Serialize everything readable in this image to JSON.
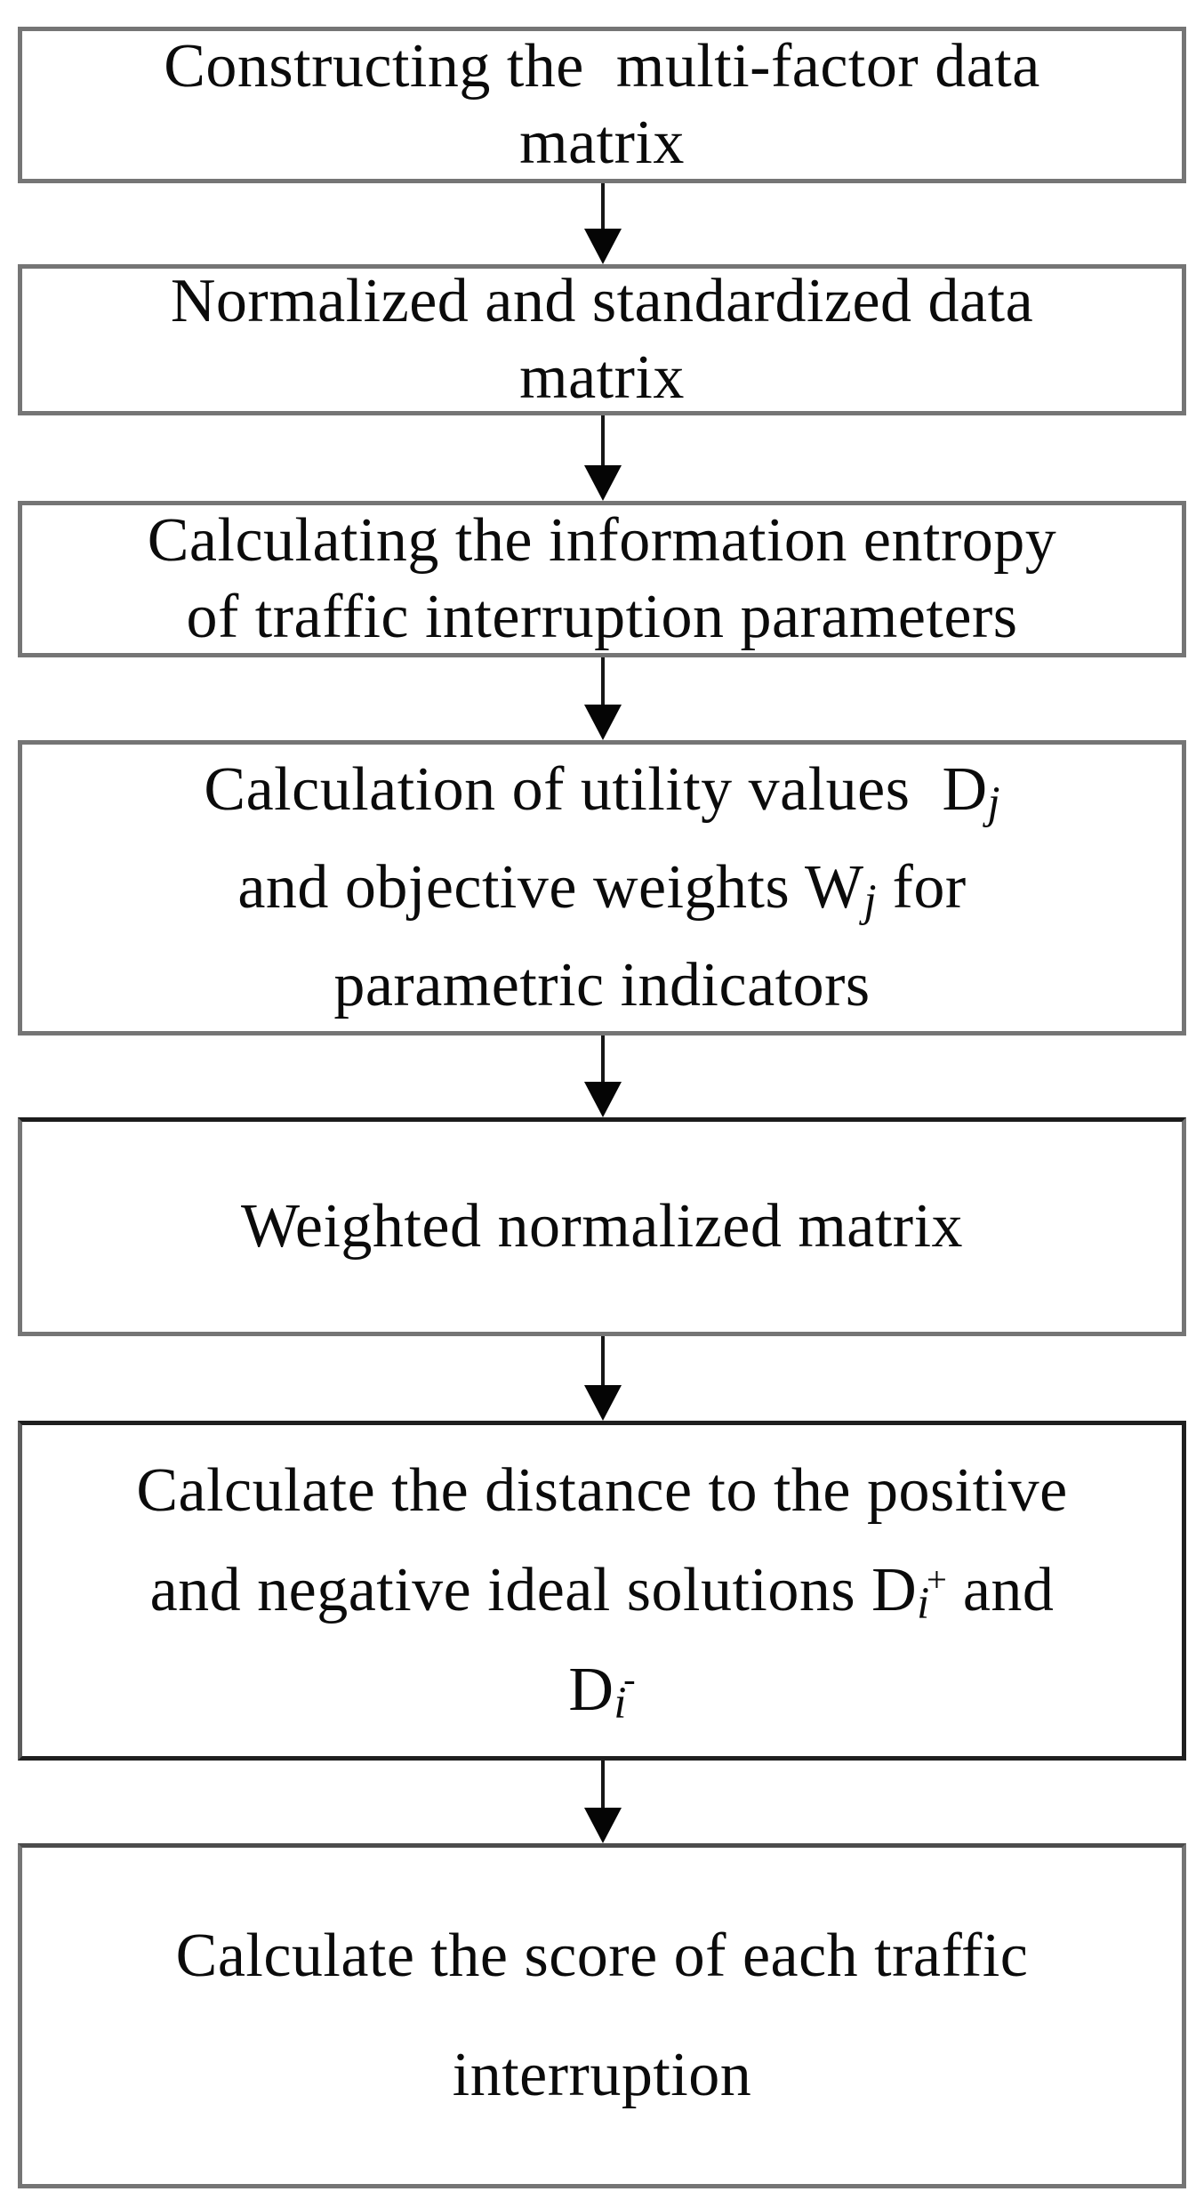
{
  "diagram": {
    "type": "flowchart",
    "direction": "top-down",
    "colors": {
      "background": "#ffffff",
      "box_fill": "#ffffff",
      "box_border_gray": "#757575",
      "box_border_dark": "#1f1f1f",
      "text": "#0b0b0b",
      "arrow": "#050505"
    },
    "boxes": [
      {
        "id": "construct-matrix",
        "lines": [
          "Constructing the  multi-factor data",
          "matrix"
        ]
      },
      {
        "id": "normalize-matrix",
        "lines": [
          "Normalized and standardized data",
          "matrix"
        ]
      },
      {
        "id": "information-entropy",
        "lines": [
          "Calculating the information entropy",
          "of traffic interruption parameters"
        ]
      },
      {
        "id": "utility-values-weights",
        "lines": [
          "Calculation of utility values  D~j~",
          "and objective weights W~j~ for",
          "parametric indicators"
        ]
      },
      {
        "id": "weighted-normalized-matrix",
        "lines": [
          "Weighted normalized matrix"
        ]
      },
      {
        "id": "ideal-solution-distance",
        "lines": [
          "Calculate the distance to the positive",
          "and negative ideal solutions D~i~^+^ and",
          "D~i~^-^"
        ]
      },
      {
        "id": "traffic-interruption-score",
        "lines": [
          "Calculate the score of each traffic",
          "interruption"
        ]
      }
    ],
    "connectors": [
      {
        "from": "construct-matrix",
        "to": "normalize-matrix"
      },
      {
        "from": "normalize-matrix",
        "to": "information-entropy"
      },
      {
        "from": "information-entropy",
        "to": "utility-values-weights"
      },
      {
        "from": "utility-values-weights",
        "to": "weighted-normalized-matrix"
      },
      {
        "from": "weighted-normalized-matrix",
        "to": "ideal-solution-distance"
      },
      {
        "from": "ideal-solution-distance",
        "to": "traffic-interruption-score"
      }
    ]
  }
}
